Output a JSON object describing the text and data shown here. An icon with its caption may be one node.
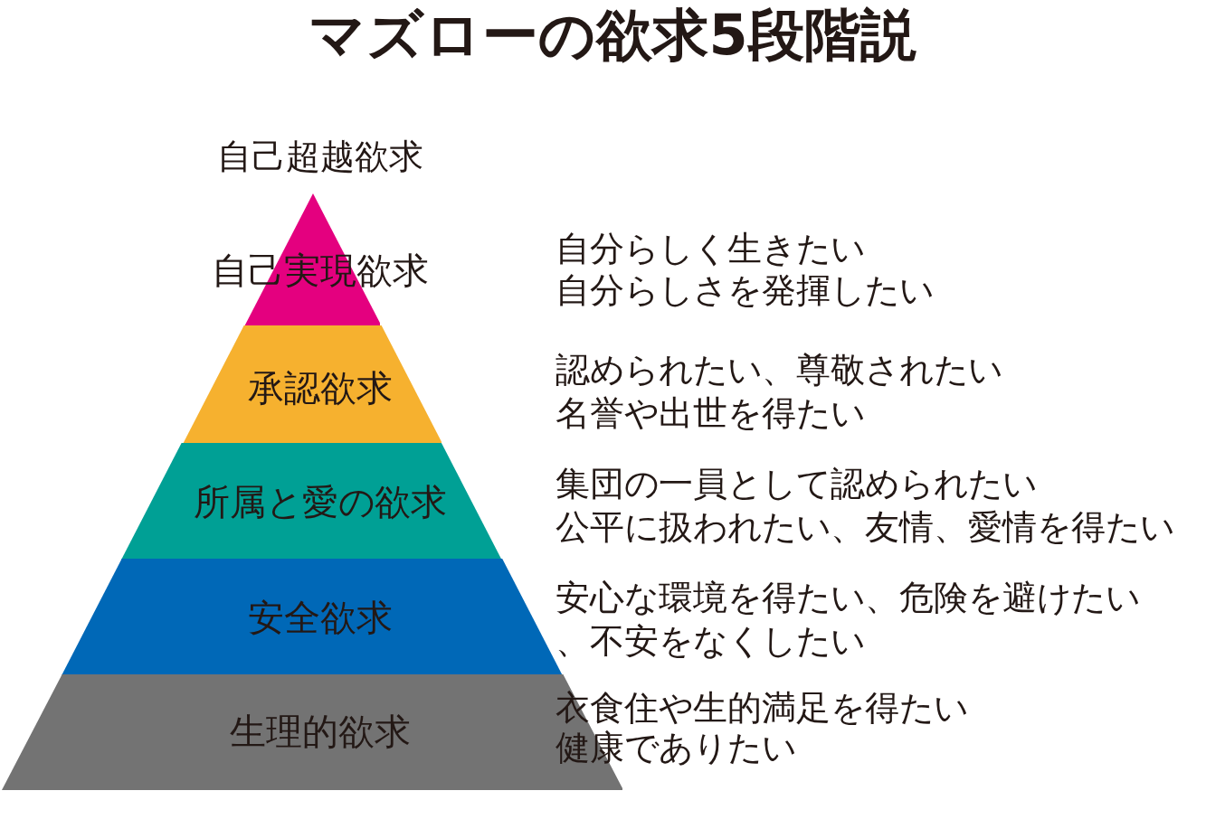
{
  "diagram": {
    "title": "マズローの欲求5段階説",
    "nodes": [
      {
        "text": [
          "自己実現欲求"
        ],
        "beside": [
          "自分らしく生きたい",
          "自分らしさを発揮したい"
        ]
      },
      {
        "text": [
          "承認欲求"
        ],
        "beside": [
          "認められたい、尊敬されたい",
          "名誉や出世を得たい"
        ]
      },
      {
        "text": [
          "所属と愛の欲求"
        ],
        "beside": [
          "集団の一員として認められたい",
          "公平に扱われたい、友情、愛情を得たい"
        ]
      },
      {
        "text": [
          "安全欲求"
        ],
        "beside": [
          "安心な環境を得たい、危険を避けたい",
          "、不安をなくしたい"
        ]
      },
      {
        "text": [
          "生理的欲求"
        ],
        "beside": [
          "衣食住や生的満足を得たい",
          "健康でありたい"
        ]
      }
    ],
    "labels": [
      "自己超越欲求"
    ]
  }
}
